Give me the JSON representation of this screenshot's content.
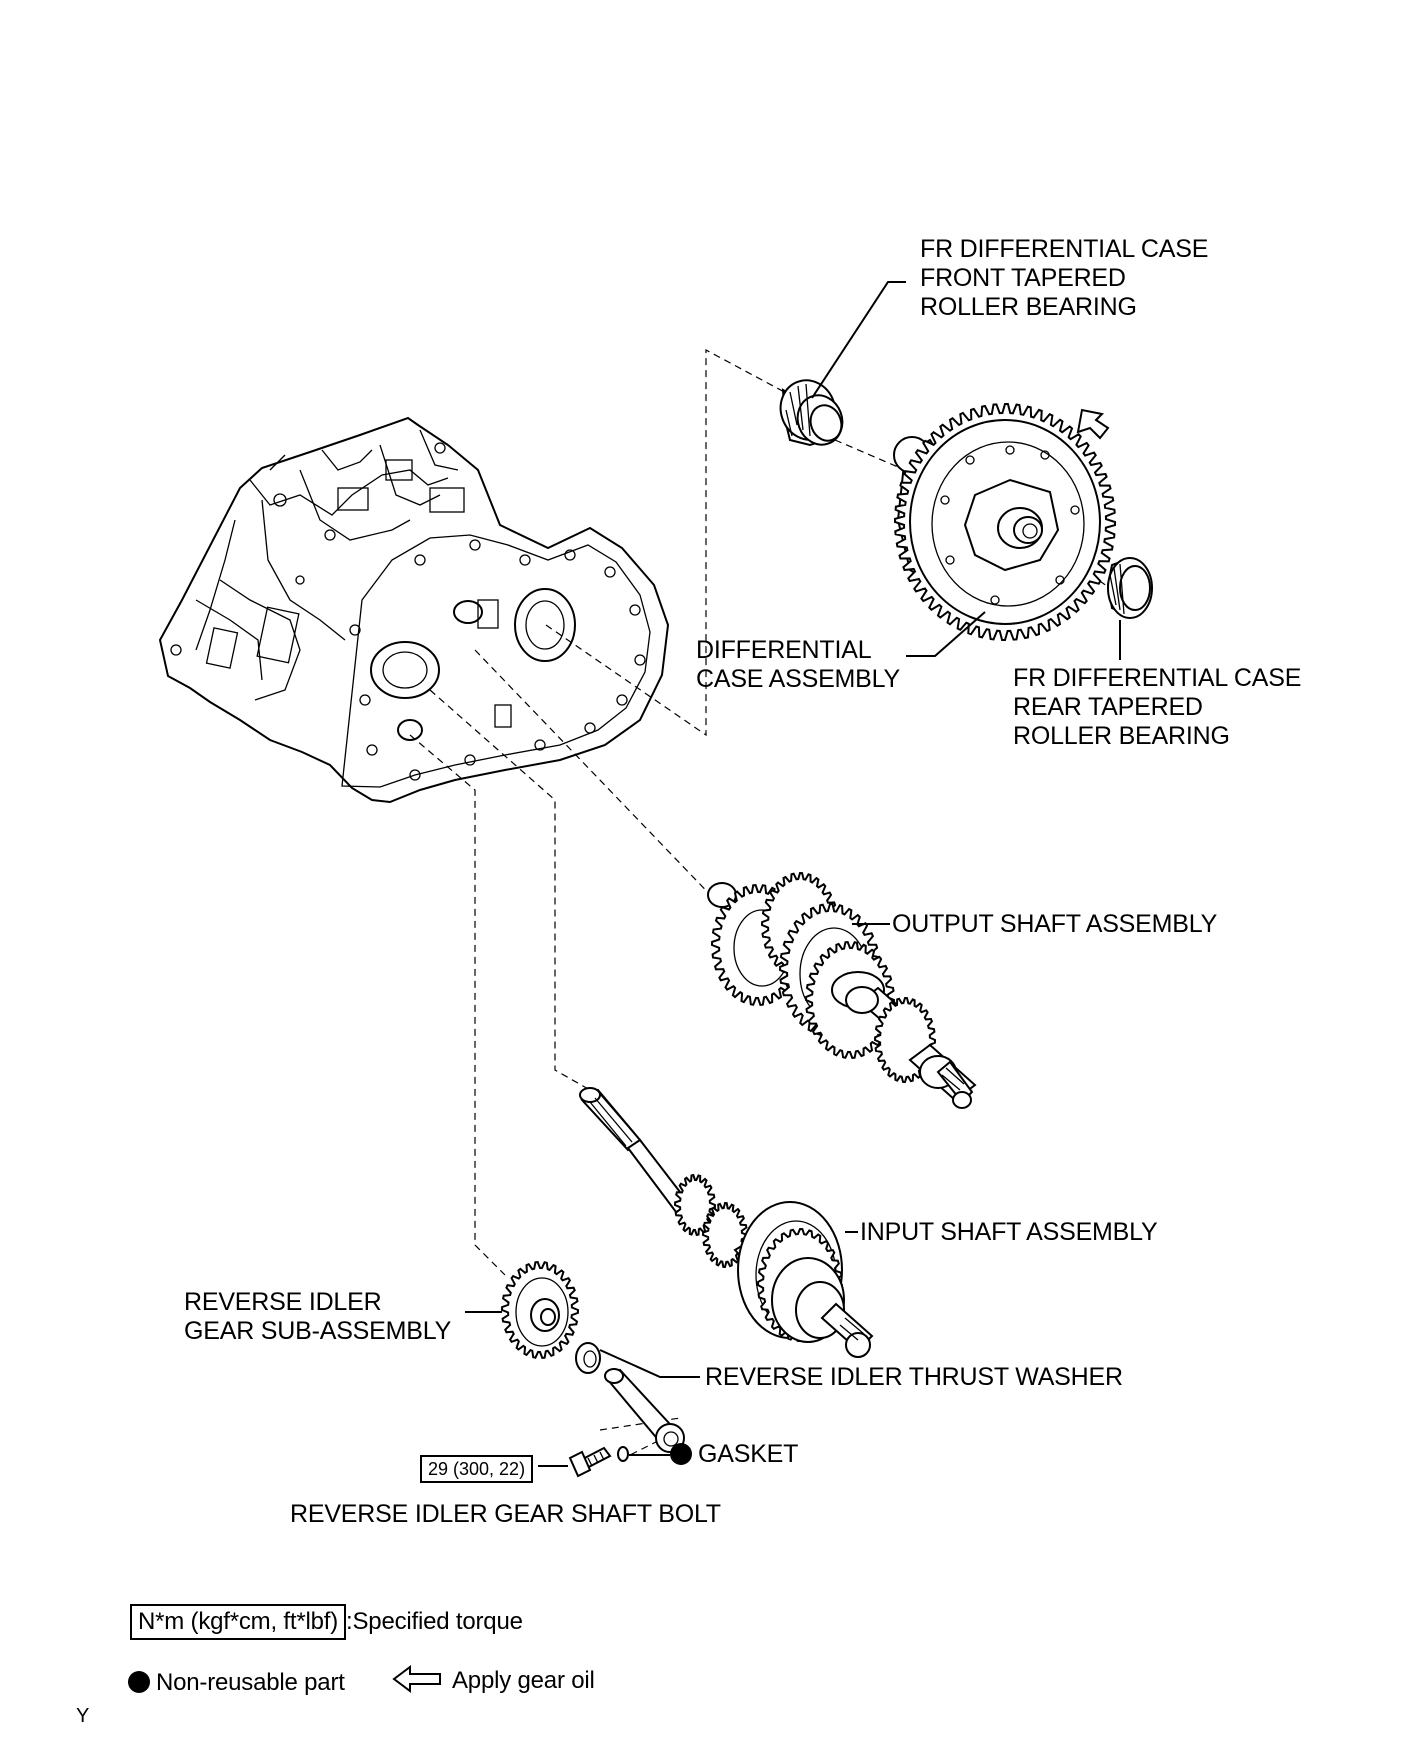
{
  "labels": {
    "front_bearing": [
      "FR DIFFERENTIAL CASE",
      "FRONT TAPERED",
      "ROLLER BEARING"
    ],
    "differential": [
      "DIFFERENTIAL",
      "CASE ASSEMBLY"
    ],
    "rear_bearing": [
      "FR DIFFERENTIAL CASE",
      "REAR TAPERED",
      "ROLLER BEARING"
    ],
    "output_shaft": "OUTPUT SHAFT ASSEMBLY",
    "input_shaft": "INPUT SHAFT ASSEMBLY",
    "reverse_idler_gear": [
      "REVERSE IDLER",
      "GEAR SUB-ASSEMBLY"
    ],
    "thrust_washer": "REVERSE IDLER THRUST WASHER",
    "gasket": "GASKET",
    "torque_value": "29 (300, 22)",
    "shaft_bolt": "REVERSE IDLER GEAR SHAFT BOLT"
  },
  "legend": {
    "torque_unit": "N*m (kgf*cm, ft*lbf)",
    "torque_desc": ":Specified torque",
    "non_reusable": "Non-reusable part",
    "apply_oil": "Apply gear oil"
  },
  "footer_code": "Y",
  "icons": {
    "non_reusable": "filled-circle-icon",
    "apply_oil": "hollow-left-arrow-icon"
  }
}
